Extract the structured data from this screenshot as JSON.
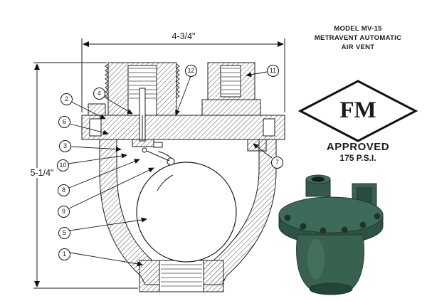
{
  "document": {
    "title_lines": [
      "MODEL MV-15",
      "METRAVENT AUTOMATIC",
      "AIR VENT"
    ]
  },
  "approval": {
    "mark": "FM",
    "status": "APPROVED",
    "rating": "175 P.S.I."
  },
  "dimensions": {
    "width": "4-3/4\"",
    "height": "5-1/4\""
  },
  "callouts": [
    {
      "label": "1"
    },
    {
      "label": "2"
    },
    {
      "label": "3"
    },
    {
      "label": "4"
    },
    {
      "label": "5"
    },
    {
      "label": "6"
    },
    {
      "label": "7"
    },
    {
      "label": "8"
    },
    {
      "label": "9"
    },
    {
      "label": "10"
    },
    {
      "label": "11"
    },
    {
      "label": "12"
    }
  ],
  "colors": {
    "line": "#1b1b1b",
    "product_green": "#3b6454",
    "product_green_dark": "#24443a"
  }
}
